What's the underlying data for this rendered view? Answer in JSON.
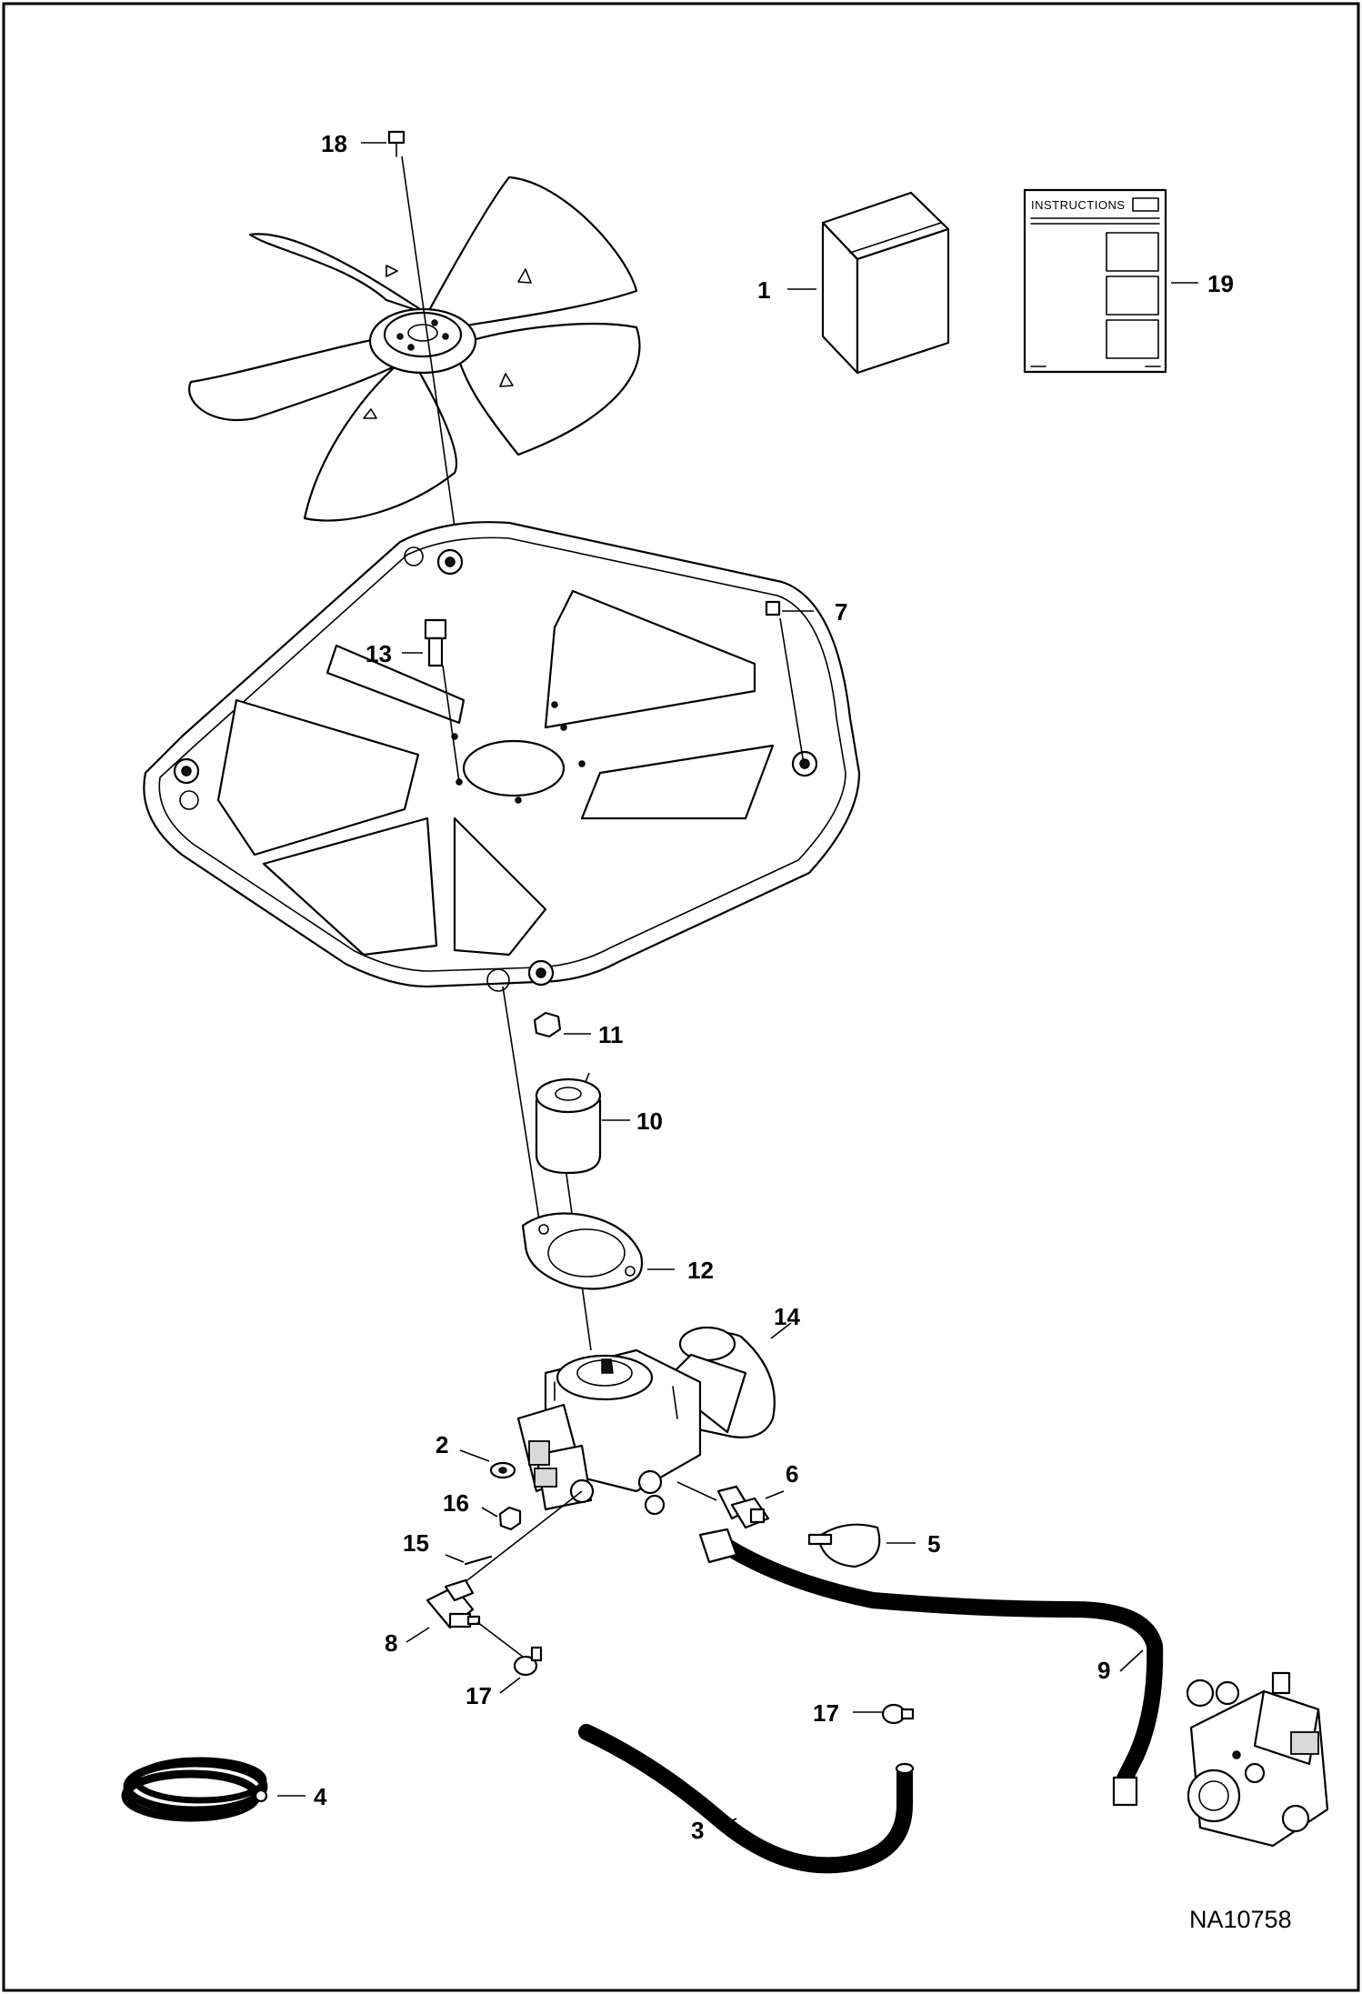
{
  "diagram": {
    "document_id": "NA10758",
    "instructions_sheet_title": "INSTRUCTIONS",
    "callouts": [
      "1",
      "2",
      "3",
      "4",
      "5",
      "6",
      "7",
      "8",
      "9",
      "10",
      "11",
      "12",
      "13",
      "14",
      "15",
      "16",
      "17",
      "17",
      "18",
      "19"
    ]
  }
}
